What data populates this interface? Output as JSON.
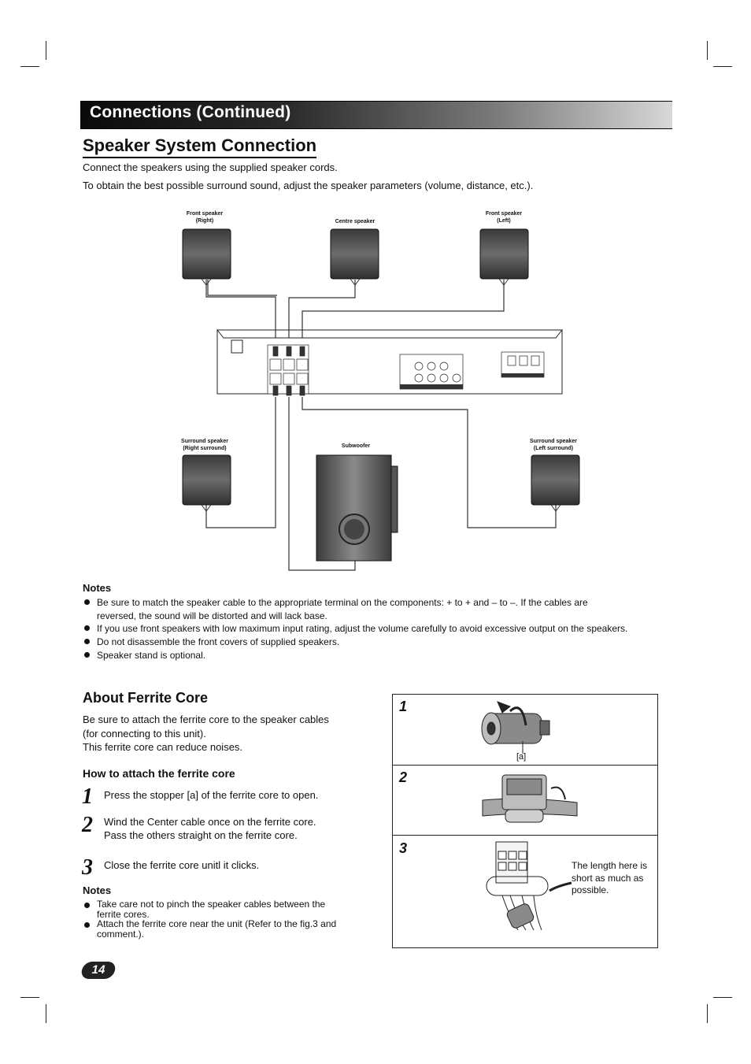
{
  "header": {
    "title": "Connections (Continued)"
  },
  "speaker_section": {
    "title": "Speaker System Connection",
    "intro_1": "Connect the speakers using the supplied speaker cords.",
    "intro_2": "To obtain the best possible surround sound, adjust the speaker parameters (volume, distance, etc.)."
  },
  "diagram": {
    "front_right": [
      "Front speaker",
      "(Right)"
    ],
    "centre": "Centre speaker",
    "front_left": [
      "Front speaker",
      "(Left)"
    ],
    "surround_right": [
      "Surround speaker",
      "(Right surround)"
    ],
    "subwoofer": "Subwoofer",
    "surround_left": [
      "Surround speaker",
      "(Left surround)"
    ]
  },
  "notes_1": {
    "heading": "Notes",
    "items": [
      "Be sure to match the speaker cable to the appropriate terminal on the components: + to + and – to –. If the cables are",
      "reversed, the sound will be distorted  and will lack base.",
      "If you use front speakers with low maximum input rating, adjust the volume carefully to avoid excessive output on the speakers.",
      "Do not disassemble the front covers of supplied speakers.",
      "Speaker stand is optional."
    ]
  },
  "ferrite": {
    "title": "About Ferrite Core",
    "desc": [
      "Be sure to attach the ferrite core to the speaker cables",
      "(for connecting to this unit).",
      "This ferrite core can reduce noises."
    ],
    "how_title": "How to attach the ferrite core",
    "steps": [
      {
        "num": "1",
        "text": [
          "Press the stopper [a] of the ferrite core to open."
        ]
      },
      {
        "num": "2",
        "text": [
          "Wind the Center cable once on the ferrite core.",
          "Pass the others straight on the ferrite core."
        ]
      },
      {
        "num": "3",
        "text": [
          "Close the ferrite core unitl it clicks."
        ]
      }
    ],
    "notes_heading": "Notes",
    "notes": [
      [
        "Take care not to pinch the speaker cables between the",
        "ferrite cores."
      ],
      [
        "Attach the ferrite core near the unit (Refer to the fig.3 and",
        "comment.)."
      ]
    ]
  },
  "figure": {
    "labels": [
      "1",
      "2",
      "3"
    ],
    "stopper_label": "[a]",
    "comment": [
      "The length here is",
      "short as much as",
      "possible."
    ]
  },
  "page_number": "14"
}
